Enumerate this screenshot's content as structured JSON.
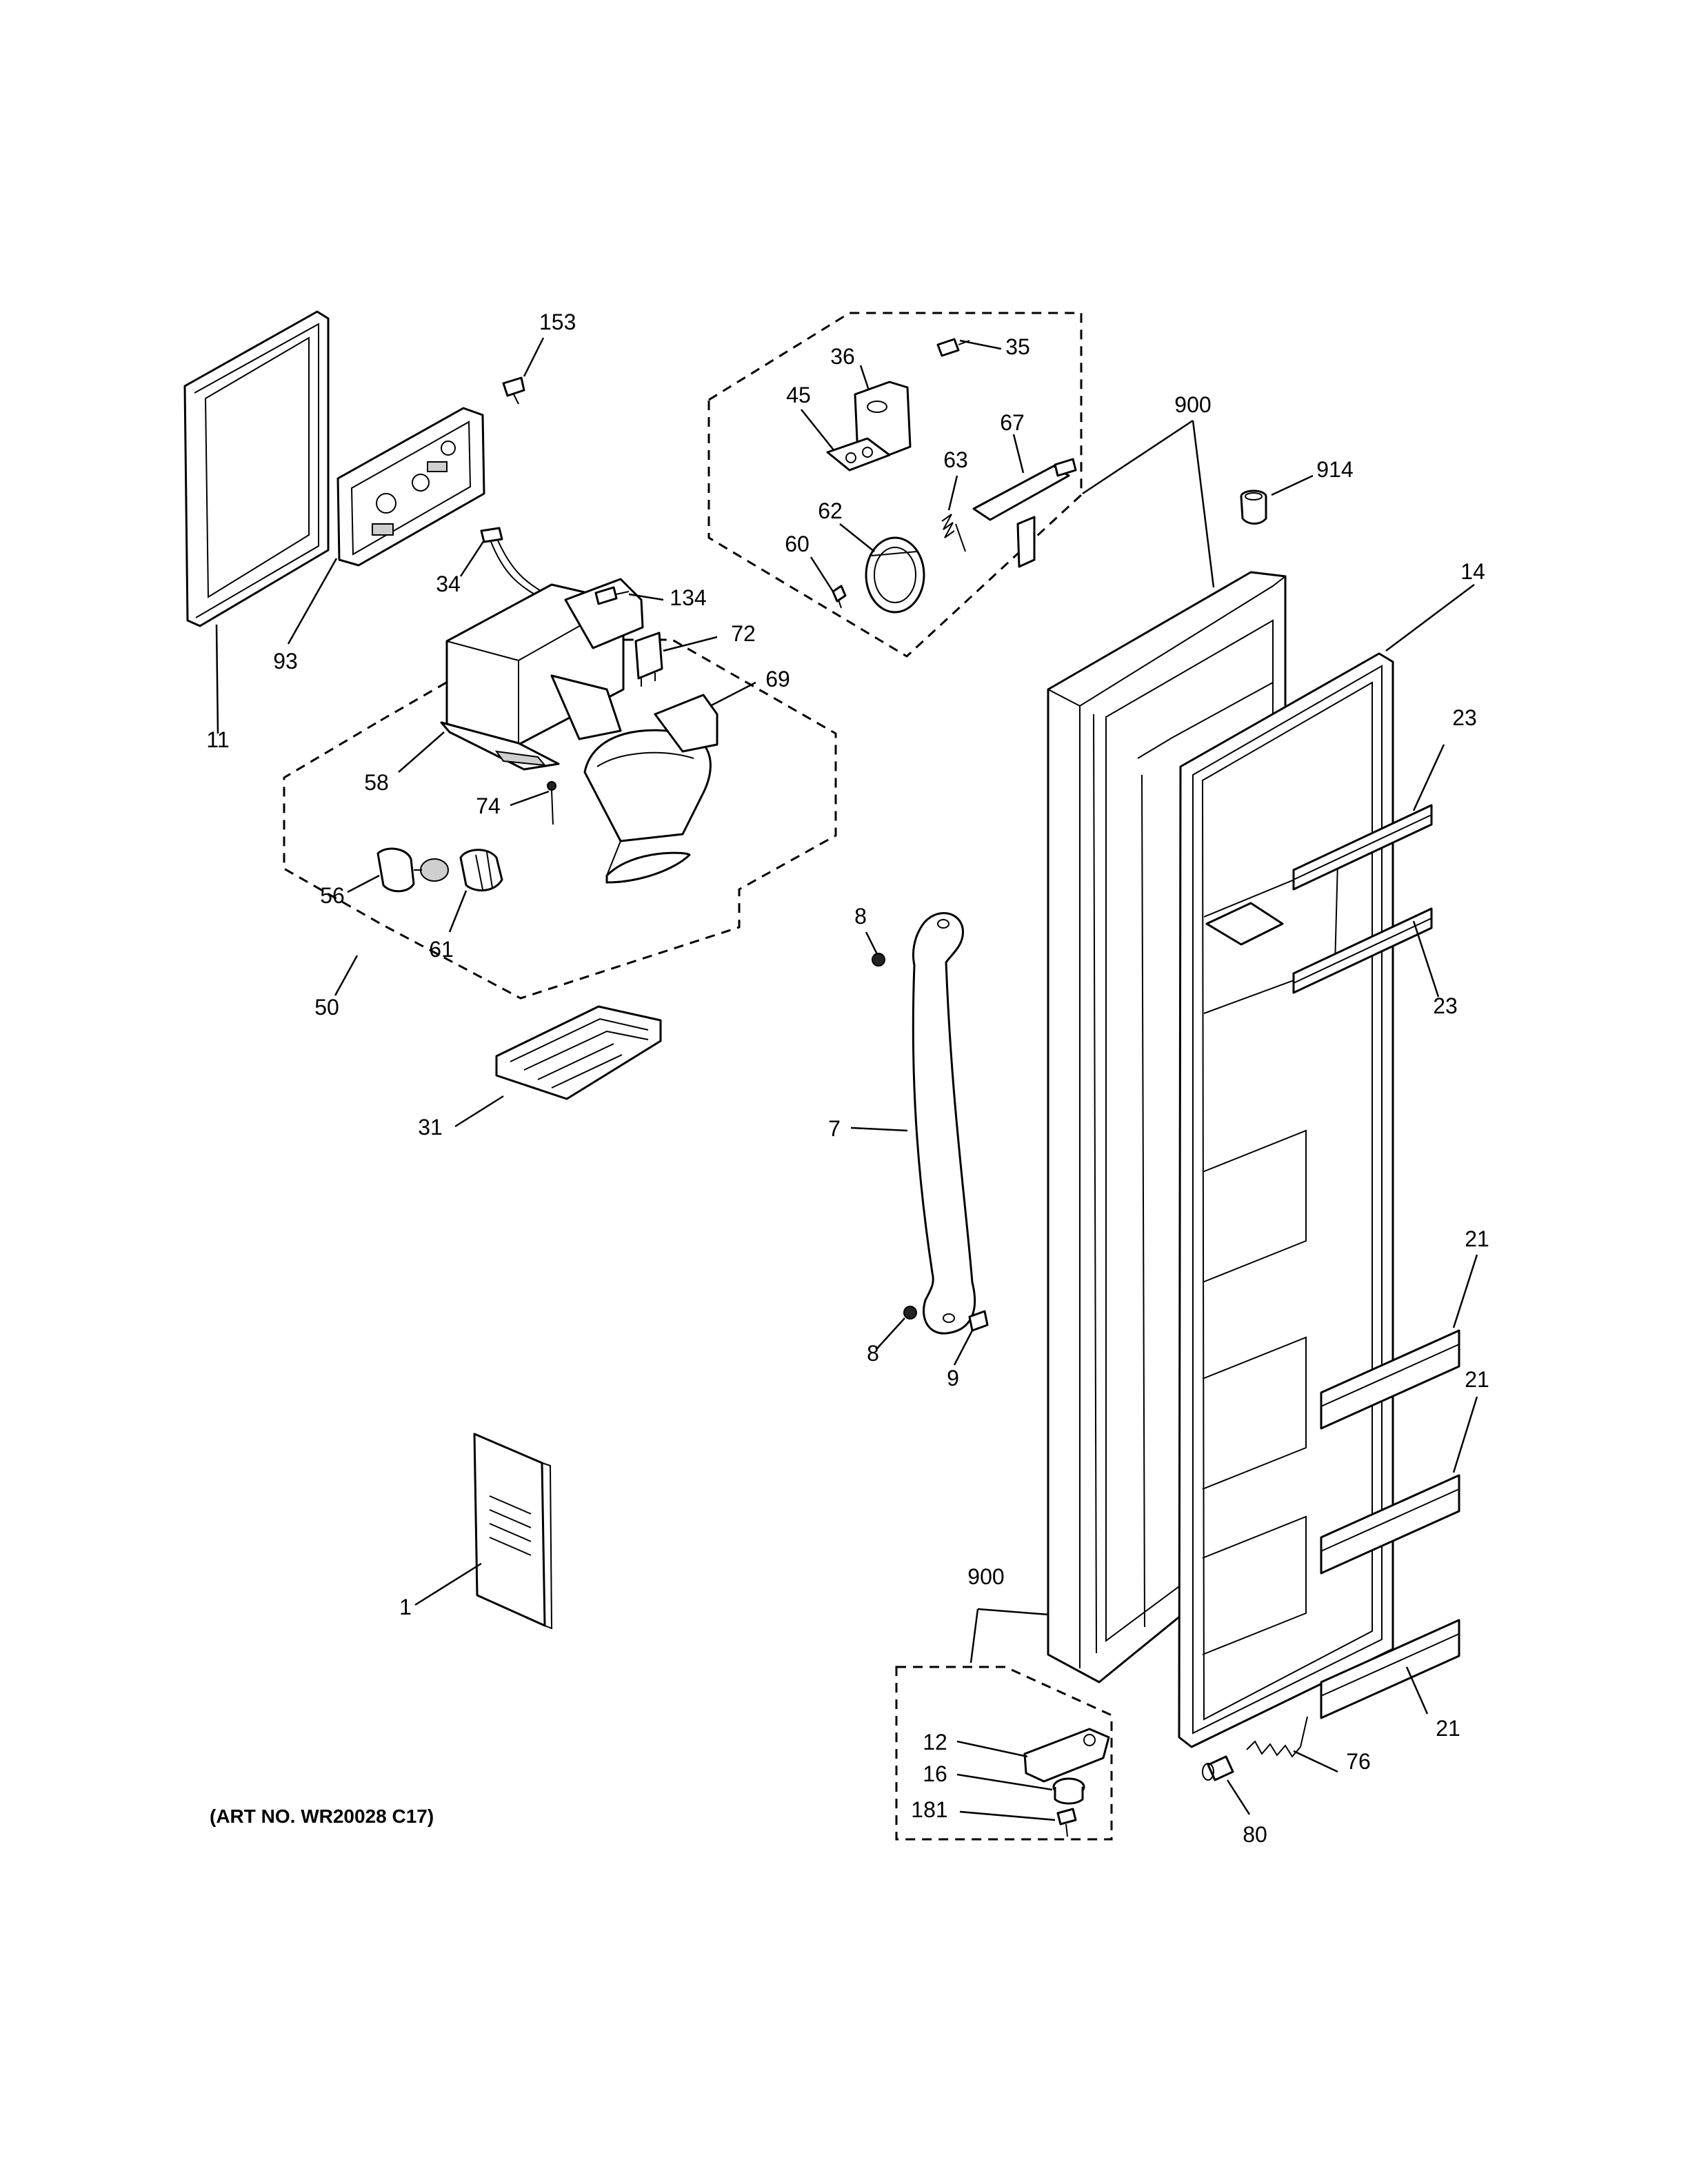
{
  "diagram": {
    "art_number": "(ART NO. WR20028 C17)",
    "callouts": [
      {
        "id": "c153",
        "label": "153"
      },
      {
        "id": "c36",
        "label": "36"
      },
      {
        "id": "c35",
        "label": "35"
      },
      {
        "id": "c45",
        "label": "45"
      },
      {
        "id": "c67",
        "label": "67"
      },
      {
        "id": "c63",
        "label": "63"
      },
      {
        "id": "c62",
        "label": "62"
      },
      {
        "id": "c60",
        "label": "60"
      },
      {
        "id": "c900a",
        "label": "900"
      },
      {
        "id": "c914",
        "label": "914"
      },
      {
        "id": "c14",
        "label": "14"
      },
      {
        "id": "c34",
        "label": "34"
      },
      {
        "id": "c134",
        "label": "134"
      },
      {
        "id": "c72",
        "label": "72"
      },
      {
        "id": "c69",
        "label": "69"
      },
      {
        "id": "c93",
        "label": "93"
      },
      {
        "id": "c11",
        "label": "11"
      },
      {
        "id": "c58",
        "label": "58"
      },
      {
        "id": "c74",
        "label": "74"
      },
      {
        "id": "c56",
        "label": "56"
      },
      {
        "id": "c61",
        "label": "61"
      },
      {
        "id": "c50",
        "label": "50"
      },
      {
        "id": "c23a",
        "label": "23"
      },
      {
        "id": "c23b",
        "label": "23"
      },
      {
        "id": "c8a",
        "label": "8"
      },
      {
        "id": "c31",
        "label": "31"
      },
      {
        "id": "c7",
        "label": "7"
      },
      {
        "id": "c8b",
        "label": "8"
      },
      {
        "id": "c9",
        "label": "9"
      },
      {
        "id": "c21a",
        "label": "21"
      },
      {
        "id": "c21b",
        "label": "21"
      },
      {
        "id": "c1",
        "label": "1"
      },
      {
        "id": "c900b",
        "label": "900"
      },
      {
        "id": "c12",
        "label": "12"
      },
      {
        "id": "c16",
        "label": "16"
      },
      {
        "id": "c181",
        "label": "181"
      },
      {
        "id": "c76",
        "label": "76"
      },
      {
        "id": "c21c",
        "label": "21"
      },
      {
        "id": "c80",
        "label": "80"
      }
    ]
  }
}
